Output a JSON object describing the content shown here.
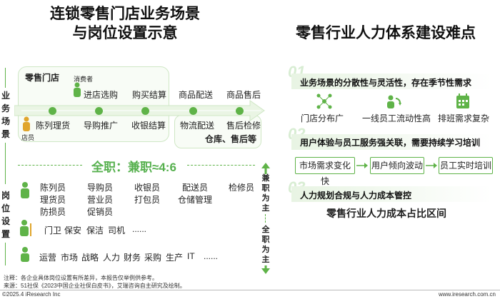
{
  "left_title_line1": "连锁零售门店业务场景",
  "left_title_line2": "与岗位设置示意",
  "right_title": "零售行业人力体系建设难点",
  "side_labels": {
    "business": [
      "业",
      "务",
      "场",
      "景"
    ],
    "position": [
      "岗",
      "位",
      "设",
      "置"
    ]
  },
  "scene": {
    "store": "零售门店",
    "consumer": "消费者",
    "shop_clerk": "店员",
    "top_row": [
      "进店选购",
      "购买结算",
      "商品配送",
      "商品售后"
    ],
    "bottom_row": [
      "陈列理货",
      "导购推广",
      "收银结算",
      "物流配送",
      "售后检修"
    ],
    "warehouse": "仓库、售后等"
  },
  "ratio_text": "全职：兼职≈4:6",
  "arrow_labels": {
    "part_time": [
      "兼",
      "职",
      "为",
      "主"
    ],
    "full_time": [
      "全",
      "职",
      "为",
      "主"
    ]
  },
  "positions": {
    "group1_col1": [
      "陈列员",
      "理货员",
      "防损员"
    ],
    "group1_col2": [
      "导购员",
      "营业员",
      "促销员"
    ],
    "group1_col3": [
      "收银员",
      "打包员"
    ],
    "group1_col4": [
      "配送员",
      "仓储管理"
    ],
    "group1_col5": [
      "检修员"
    ],
    "group2": [
      "门卫",
      "保安",
      "保洁",
      "司机",
      "......"
    ],
    "group3": [
      "运营",
      "市场",
      "战略",
      "人力",
      "财务",
      "采购",
      "生产",
      "IT",
      "......"
    ]
  },
  "difficulties": [
    {
      "num": "01",
      "title": "业务场景的分散性与灵活性，存在季节性需求",
      "items": [
        "门店分布广",
        "一线员工流动性高",
        "排班需求复杂"
      ]
    },
    {
      "num": "02",
      "title": "用户体验与员工服务强关联，需要持续学习培训",
      "items": [
        "市场需求变化快",
        "用户倾向波动",
        "员工实时培训"
      ]
    },
    {
      "num": "03",
      "title": "人力规划合规与人力成本管控",
      "items": [
        "零售行业人力成本占比区间"
      ]
    }
  ],
  "footnote1": "注释：各企业具体岗位设置有所差异，本报告仅举例供参考。",
  "footnote2": "来源：51社保《2023中国企业社保白皮书》，艾瑞咨询自主研究及绘制。",
  "copyright": "©2025.4 iResearch Inc",
  "website": "www.iresearch.com.cn",
  "colors": {
    "accent": "#5fb348",
    "light": "#eaf5e4"
  }
}
